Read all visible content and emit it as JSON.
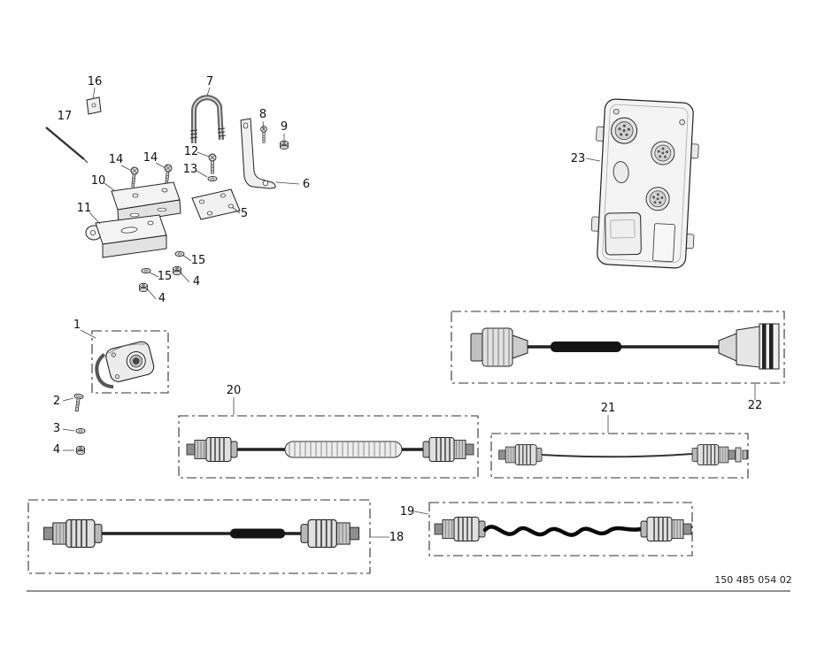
{
  "page": {
    "doc_number": "150 485 054 02"
  },
  "palette": {
    "line": "#2a2a2a",
    "fill_light": "#f0f0f0",
    "cable_black": "#141414",
    "background": "#ffffff"
  },
  "callouts": [
    {
      "part": "16",
      "text": "16"
    },
    {
      "part": "17",
      "text": "17"
    },
    {
      "part": "7",
      "text": "7"
    },
    {
      "part": "8",
      "text": "8"
    },
    {
      "part": "9",
      "text": "9"
    },
    {
      "part": "12",
      "text": "12"
    },
    {
      "part": "13",
      "text": "13"
    },
    {
      "part": "14",
      "text": "14"
    },
    {
      "part": "14",
      "text": "14"
    },
    {
      "part": "10",
      "text": "10"
    },
    {
      "part": "11",
      "text": "11"
    },
    {
      "part": "6",
      "text": "6"
    },
    {
      "part": "5",
      "text": "5"
    },
    {
      "part": "15",
      "text": "15"
    },
    {
      "part": "4",
      "text": "4"
    },
    {
      "part": "15",
      "text": "15"
    },
    {
      "part": "4",
      "text": "4"
    },
    {
      "part": "1",
      "text": "1"
    },
    {
      "part": "2",
      "text": "2"
    },
    {
      "part": "3",
      "text": "3"
    },
    {
      "part": "4",
      "text": "4"
    },
    {
      "part": "20",
      "text": "20"
    },
    {
      "part": "23",
      "text": "23"
    },
    {
      "part": "22",
      "text": "22"
    },
    {
      "part": "21",
      "text": "21"
    },
    {
      "part": "18",
      "text": "18"
    },
    {
      "part": "19",
      "text": "19"
    }
  ]
}
